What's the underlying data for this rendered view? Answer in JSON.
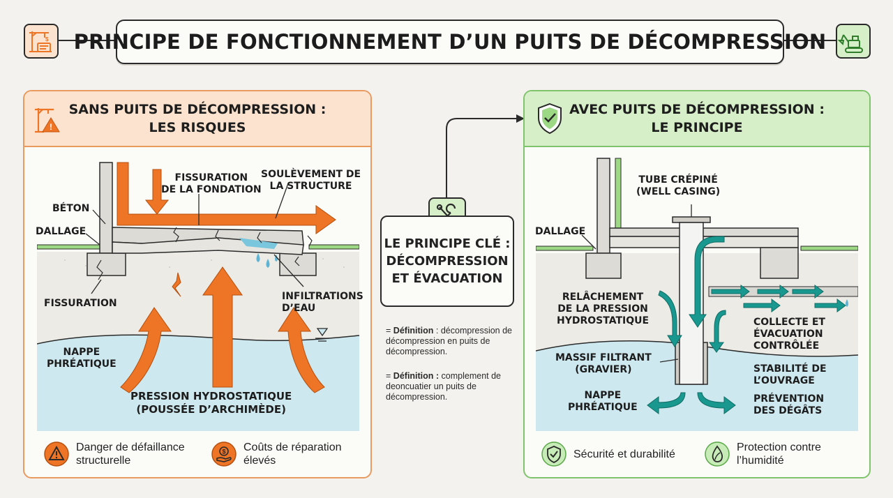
{
  "title": "PRINCIPE DE FONCTIONNEMENT D’UN PUITS DE DÉCOMPRESSION",
  "icons": {
    "top_left": "construction-crane-icon",
    "top_right": "excavator-icon",
    "left_header": "crane-warning-icon",
    "right_header": "shield-check-icon",
    "center": "wrench-screwdriver-icon"
  },
  "colors": {
    "orange": "#ee7526",
    "teal": "#19988f",
    "green": "#7fc46c",
    "water": "#cde8ef"
  },
  "left": {
    "header_line1": "SANS PUITS DE DÉCOMPRESSION :",
    "header_line2": "LES RISQUES",
    "labels": {
      "beton": "BÉTON",
      "dallage": "DALLAGE",
      "fissuration_fondation_1": "FISSURATION",
      "fissuration_fondation_2": "DE LA FONDATION",
      "soulevement_1": "SOULÈVEMENT DE",
      "soulevement_2": "LA STRUCTURE",
      "fissuration": "FISSURATION",
      "infiltrations_1": "INFILTRATIONS",
      "infiltrations_2": "D’EAU",
      "nappe_1": "NAPPE",
      "nappe_2": "PHRÉATIQUE",
      "pression_1": "PRESSION HYDROSTATIQUE",
      "pression_2": "(POUSSÉE D’ARCHIMÈDE)"
    },
    "footer": [
      {
        "icon": "warning-icon",
        "line1": "Danger de défaillance",
        "line2": "structurelle"
      },
      {
        "icon": "money-hand-icon",
        "line1": "Coûts de réparation",
        "line2": "élevés"
      }
    ]
  },
  "center": {
    "line1": "LE PRINCIPE CLÉ :",
    "line2": "DÉCOMPRESSION",
    "line3": "ET ÉVACUATION",
    "defs": [
      {
        "bullet": "=",
        "term": "Définition",
        "sep": " : ",
        "text": "décompression de décompression en puits de décompression."
      },
      {
        "bullet": "=",
        "term": "Définition :",
        "sep": " ",
        "text": "complement de deoncuatier un puits de décompression."
      }
    ]
  },
  "right": {
    "header_line1": "AVEC PUITS DE DÉCOMPRESSION :",
    "header_line2": "LE PRINCIPE",
    "labels": {
      "tube_1": "TUBE CRÉPINÉ",
      "tube_2": "(WELL CASING)",
      "dallage": "DALLAGE",
      "relachement_1": "RELÂCHEMENT",
      "relachement_2": "DE LA PRESSION",
      "relachement_3": "HYDROSTATIQUE",
      "collecte_1": "COLLECTE ET",
      "collecte_2": "ÉVACUATION",
      "collecte_3": "CONTRÔLÉE",
      "massif_1": "MASSIF FILTRANT",
      "massif_2": "(GRAVIER)",
      "stabilite_1": "STABILITÉ DE",
      "stabilite_2": "L’OUVRAGE",
      "nappe_1": "NAPPE",
      "nappe_2": "PHRÉATIQUE",
      "prevention_1": "PRÉVENTION",
      "prevention_2": "DES DÉGÂTS"
    },
    "footer": [
      {
        "icon": "shield-check-icon",
        "line1": "Sécurité et durabilité",
        "line2": ""
      },
      {
        "icon": "water-drop-leaf-icon",
        "line1": "Protection contre",
        "line2": "l’humidité"
      }
    ]
  }
}
